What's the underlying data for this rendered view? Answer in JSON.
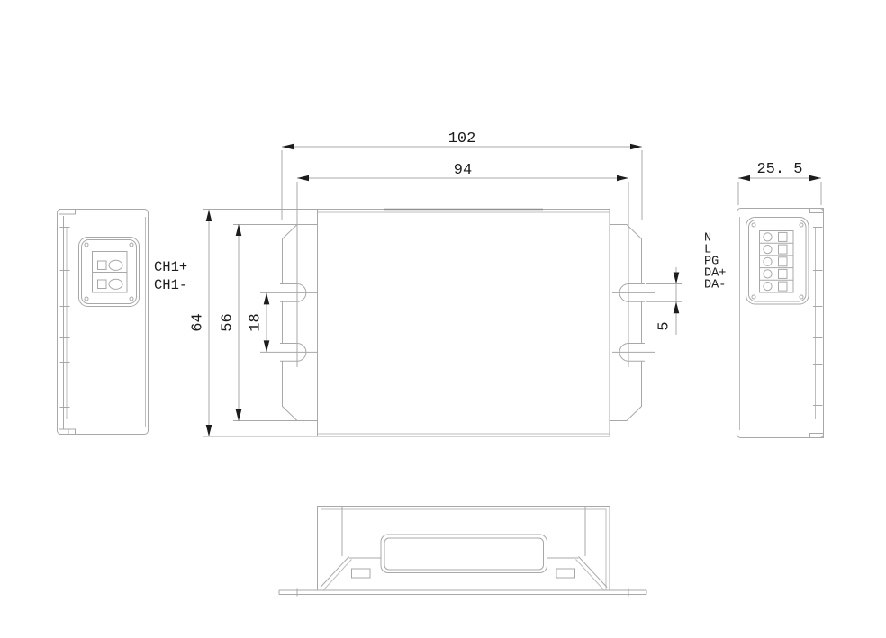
{
  "drawing": {
    "background": "#ffffff",
    "line_color": "#a8a8a8",
    "text_color": "#1c1c1c",
    "dimensions": {
      "overall_length": "102",
      "mounting_pitch": "94",
      "overall_height": "64",
      "end_plate_height": "56",
      "slot_spacing": "18",
      "slot_width": "5",
      "depth": "25. 5"
    },
    "output_labels": {
      "ch1_plus": "CH1+",
      "ch1_minus": "CH1-"
    },
    "input_labels": [
      "N",
      "L",
      "PG",
      "DA+",
      "DA-"
    ]
  }
}
